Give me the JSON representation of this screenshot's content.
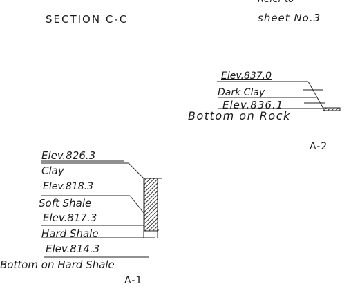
{
  "header": {
    "section_title": "SECTION C-C",
    "ref_partial": "Refer to",
    "sheet_ref": "sheet No.3"
  },
  "boring_a2": {
    "label": "A-2",
    "layers": [
      {
        "top_label": "Elev.837.0",
        "material": "Dark Clay",
        "bottom_label": "Elev.836.1"
      }
    ],
    "bottom_note": "Bottom on Rock"
  },
  "boring_a1": {
    "label": "A-1",
    "layers": [
      {
        "top_label": "Elev.826.3",
        "material": "Clay"
      },
      {
        "top_label": "Elev.818.3",
        "material": "Soft Shale"
      },
      {
        "top_label": "Elev.817.3",
        "material": "Hard Shale"
      },
      {
        "top_label": "Elev.814.3"
      }
    ],
    "bottom_note": "Bottom on Hard Shale"
  }
}
